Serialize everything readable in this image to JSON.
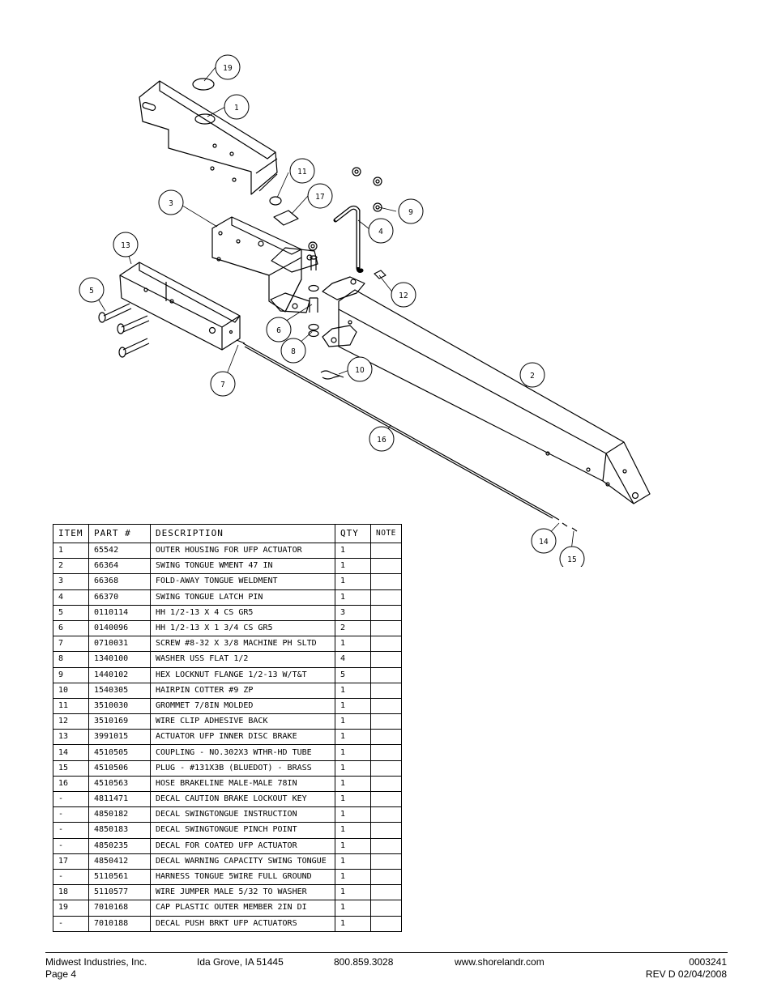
{
  "diagram": {
    "callouts": [
      "1",
      "2",
      "3",
      "4",
      "5",
      "6",
      "7",
      "8",
      "9",
      "10",
      "11",
      "12",
      "13",
      "14",
      "15",
      "16",
      "17",
      "19"
    ]
  },
  "table": {
    "headers": [
      "ITEM",
      "PART #",
      "DESCRIPTION",
      "QTY",
      "NOTE"
    ],
    "rows": [
      [
        "1",
        "65542",
        "OUTER HOUSING FOR UFP ACTUATOR",
        "1",
        ""
      ],
      [
        "2",
        "66364",
        "SWING TONGUE WMENT 47 IN",
        "1",
        ""
      ],
      [
        "3",
        "66368",
        "FOLD-AWAY TONGUE WELDMENT",
        "1",
        ""
      ],
      [
        "4",
        "66370",
        "SWING TONGUE LATCH PIN",
        "1",
        ""
      ],
      [
        "5",
        "0110114",
        "HH 1/2-13 X 4 CS GR5",
        "3",
        ""
      ],
      [
        "6",
        "0140096",
        "HH 1/2-13 X 1 3/4 CS GR5",
        "2",
        ""
      ],
      [
        "7",
        "0710031",
        "SCREW #8-32 X 3/8 MACHINE PH SLTD",
        "1",
        ""
      ],
      [
        "8",
        "1340100",
        "WASHER USS FLAT 1/2",
        "4",
        ""
      ],
      [
        "9",
        "1440102",
        "HEX LOCKNUT FLANGE 1/2-13 W/T&T",
        "5",
        ""
      ],
      [
        "10",
        "1540305",
        "HAIRPIN COTTER #9 ZP",
        "1",
        ""
      ],
      [
        "11",
        "3510030",
        "GROMMET  7/8IN MOLDED",
        "1",
        ""
      ],
      [
        "12",
        "3510169",
        "WIRE CLIP  ADHESIVE BACK",
        "1",
        ""
      ],
      [
        "13",
        "3991015",
        "ACTUATOR UFP INNER  DISC BRAKE",
        "1",
        ""
      ],
      [
        "14",
        "4510505",
        "COUPLING - NO.302X3 WTHR-HD TUBE",
        "1",
        ""
      ],
      [
        "15",
        "4510506",
        "PLUG - #131X3B (BLUEDOT) - BRASS",
        "1",
        ""
      ],
      [
        "16",
        "4510563",
        "HOSE BRAKELINE MALE-MALE 78IN",
        "1",
        ""
      ],
      [
        "-",
        "4811471",
        "DECAL CAUTION BRAKE LOCKOUT KEY",
        "1",
        ""
      ],
      [
        "-",
        "4850182",
        "DECAL SWINGTONGUE INSTRUCTION",
        "1",
        ""
      ],
      [
        "-",
        "4850183",
        "DECAL SWINGTONGUE PINCH POINT",
        "1",
        ""
      ],
      [
        "-",
        "4850235",
        "DECAL FOR COATED UFP ACTUATOR",
        "1",
        ""
      ],
      [
        "17",
        "4850412",
        "DECAL WARNING CAPACITY SWING TONGUE",
        "1",
        ""
      ],
      [
        "-",
        "5110561",
        "HARNESS TONGUE 5WIRE FULL GROUND",
        "1",
        ""
      ],
      [
        "18",
        "5110577",
        "WIRE JUMPER MALE 5/32 TO WASHER",
        "1",
        ""
      ],
      [
        "19",
        "7010168",
        "CAP  PLASTIC OUTER MEMBER 2IN DI",
        "1",
        ""
      ],
      [
        "-",
        "7010188",
        "DECAL PUSH BRKT UFP ACTUATORS",
        "1",
        ""
      ]
    ]
  },
  "footer": {
    "company": "Midwest Industries, Inc.",
    "page": "Page 4",
    "city": "Ida Grove, IA 51445",
    "phone": "800.859.3028",
    "website": "www.shorelandr.com",
    "doc_number": "0003241",
    "revision": "REV D  02/04/2008"
  }
}
